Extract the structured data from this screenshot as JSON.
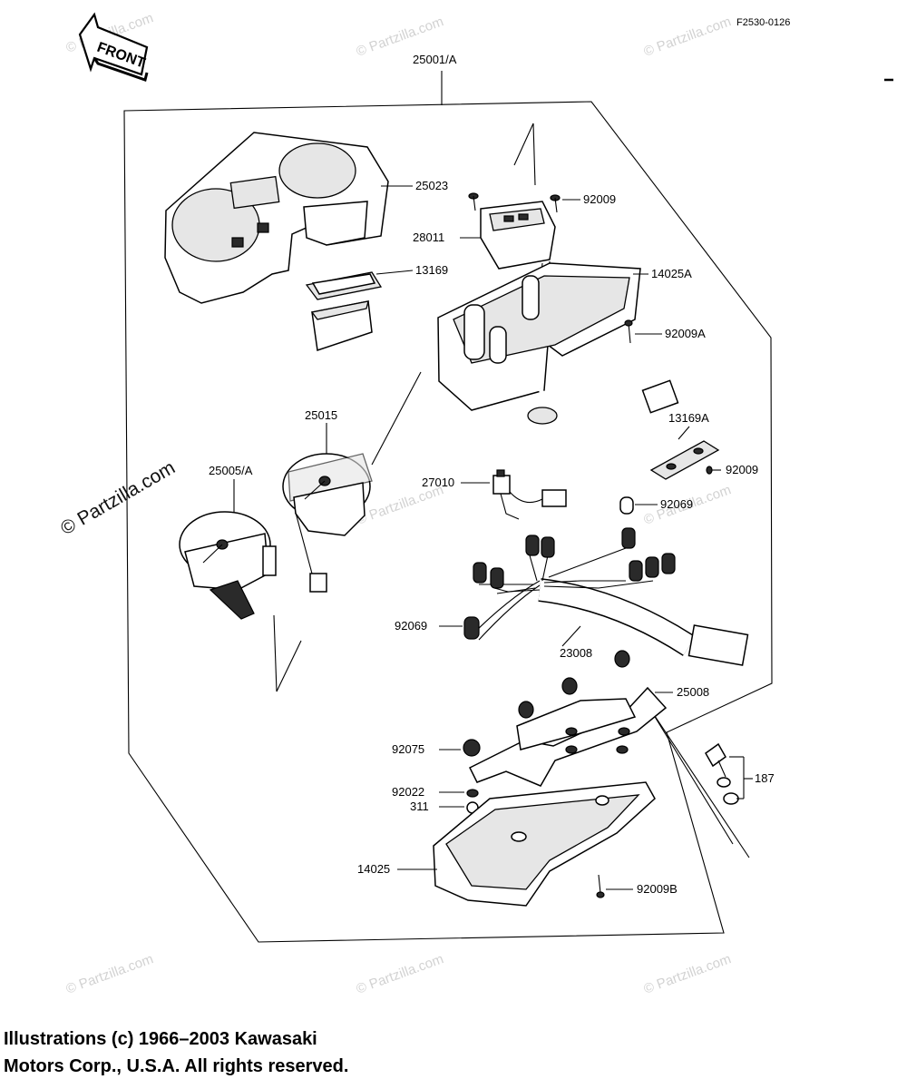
{
  "header": {
    "front_label": "FRONT",
    "figure_code": "F2530-0126"
  },
  "watermark": {
    "text": "© Partzilla.com"
  },
  "callouts": {
    "assembly": "25001/A",
    "meter_case": "25023",
    "gasket": "13169",
    "indicator_unit": "28011",
    "screw_top": "92009",
    "housing": "14025A",
    "screw_a": "92009A",
    "gasket_a": "13169A",
    "screw_right": "92009",
    "speedometer": "25015",
    "tachometer": "25005/A",
    "switch": "27010",
    "bulb_right": "92069",
    "bulb_left": "92069",
    "harness": "23008",
    "bracket": "25008",
    "damper": "92075",
    "washer": "92022",
    "collar": "311",
    "bolt_set": "187",
    "lower_cover": "14025",
    "screw_b": "92009B"
  },
  "footer": {
    "line1": "Illustrations (c) 1966–2003 Kawasaki",
    "line2": "Motors Corp., U.S.A.  All rights reserved."
  }
}
